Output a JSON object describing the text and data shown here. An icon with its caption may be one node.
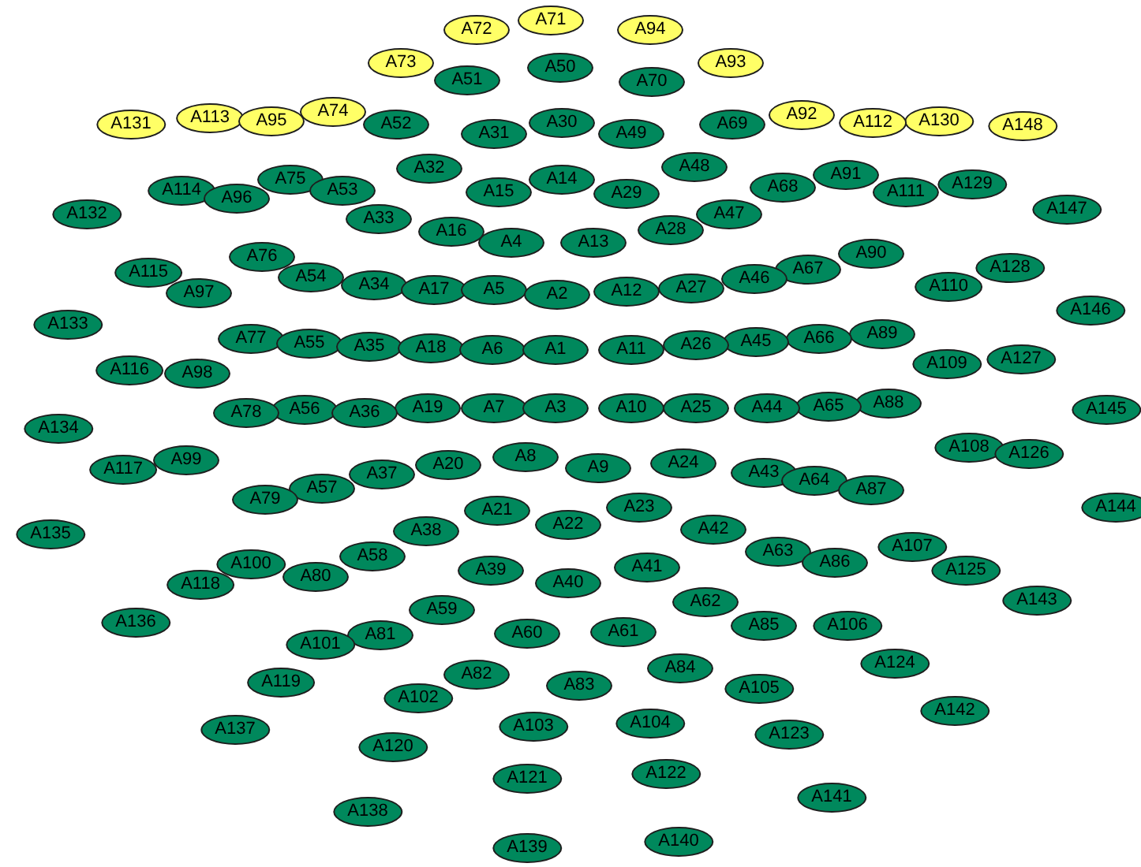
{
  "diagram": {
    "nodes": [
      {
        "text": [
          "A71"
        ]
      },
      {
        "text": [
          "A72"
        ]
      },
      {
        "text": [
          "A94"
        ]
      },
      {
        "text": [
          "A73"
        ]
      },
      {
        "text": [
          "A93"
        ]
      },
      {
        "text": [
          "A50"
        ]
      },
      {
        "text": [
          "A51"
        ]
      },
      {
        "text": [
          "A70"
        ]
      },
      {
        "text": [
          "A74"
        ]
      },
      {
        "text": [
          "A92"
        ]
      },
      {
        "text": [
          "A113"
        ]
      },
      {
        "text": [
          "A95"
        ]
      },
      {
        "text": [
          "A130"
        ]
      },
      {
        "text": [
          "A30"
        ]
      },
      {
        "text": [
          "A112"
        ]
      },
      {
        "text": [
          "A131"
        ]
      },
      {
        "text": [
          "A52"
        ]
      },
      {
        "text": [
          "A69"
        ]
      },
      {
        "text": [
          "A148"
        ]
      },
      {
        "text": [
          "A31"
        ]
      },
      {
        "text": [
          "A49"
        ]
      },
      {
        "text": [
          "A48"
        ]
      },
      {
        "text": [
          "A32"
        ]
      },
      {
        "text": [
          "A91"
        ]
      },
      {
        "text": [
          "A75"
        ]
      },
      {
        "text": [
          "A14"
        ]
      },
      {
        "text": [
          "A129"
        ]
      },
      {
        "text": [
          "A68"
        ]
      },
      {
        "text": [
          "A114"
        ]
      },
      {
        "text": [
          "A53"
        ]
      },
      {
        "text": [
          "A15"
        ]
      },
      {
        "text": [
          "A111"
        ]
      },
      {
        "text": [
          "A29"
        ]
      },
      {
        "text": [
          "A96"
        ]
      },
      {
        "text": [
          "A147"
        ]
      },
      {
        "text": [
          "A132"
        ]
      },
      {
        "text": [
          "A47"
        ]
      },
      {
        "text": [
          "A33"
        ]
      },
      {
        "text": [
          "A28"
        ]
      },
      {
        "text": [
          "A16"
        ]
      },
      {
        "text": [
          "A4"
        ]
      },
      {
        "text": [
          "A13"
        ]
      },
      {
        "text": [
          "A90"
        ]
      },
      {
        "text": [
          "A76"
        ]
      },
      {
        "text": [
          "A128"
        ]
      },
      {
        "text": [
          "A67"
        ]
      },
      {
        "text": [
          "A115"
        ]
      },
      {
        "text": [
          "A54"
        ]
      },
      {
        "text": [
          "A46"
        ]
      },
      {
        "text": [
          "A34"
        ]
      },
      {
        "text": [
          "A110"
        ]
      },
      {
        "text": [
          "A27"
        ]
      },
      {
        "text": [
          "A17"
        ]
      },
      {
        "text": [
          "A5"
        ]
      },
      {
        "text": [
          "A12"
        ]
      },
      {
        "text": [
          "A97"
        ]
      },
      {
        "text": [
          "A2"
        ]
      },
      {
        "text": [
          "A146"
        ]
      },
      {
        "text": [
          "A133"
        ]
      },
      {
        "text": [
          "A89"
        ]
      },
      {
        "text": [
          "A77"
        ]
      },
      {
        "text": [
          "A66"
        ]
      },
      {
        "text": [
          "A45"
        ]
      },
      {
        "text": [
          "A55"
        ]
      },
      {
        "text": [
          "A26"
        ]
      },
      {
        "text": [
          "A35"
        ]
      },
      {
        "text": [
          "A18"
        ]
      },
      {
        "text": [
          "A6"
        ]
      },
      {
        "text": [
          "A1"
        ]
      },
      {
        "text": [
          "A11"
        ]
      },
      {
        "text": [
          "A127"
        ]
      },
      {
        "text": [
          "A109"
        ]
      },
      {
        "text": [
          "A116"
        ]
      },
      {
        "text": [
          "A98"
        ]
      },
      {
        "text": [
          "A88"
        ]
      },
      {
        "text": [
          "A65"
        ]
      },
      {
        "text": [
          "A19"
        ]
      },
      {
        "text": [
          "A7"
        ]
      },
      {
        "text": [
          "A3"
        ]
      },
      {
        "text": [
          "A10"
        ]
      },
      {
        "text": [
          "A25"
        ]
      },
      {
        "text": [
          "A44"
        ]
      },
      {
        "text": [
          "A56"
        ]
      },
      {
        "text": [
          "A145"
        ]
      },
      {
        "text": [
          "A78"
        ]
      },
      {
        "text": [
          "A36"
        ]
      },
      {
        "text": [
          "A134"
        ]
      },
      {
        "text": [
          "A108"
        ]
      },
      {
        "text": [
          "A126"
        ]
      },
      {
        "text": [
          "A8"
        ]
      },
      {
        "text": [
          "A99"
        ]
      },
      {
        "text": [
          "A24"
        ]
      },
      {
        "text": [
          "A20"
        ]
      },
      {
        "text": [
          "A9"
        ]
      },
      {
        "text": [
          "A117"
        ]
      },
      {
        "text": [
          "A43"
        ]
      },
      {
        "text": [
          "A37"
        ]
      },
      {
        "text": [
          "A64"
        ]
      },
      {
        "text": [
          "A57"
        ]
      },
      {
        "text": [
          "A87"
        ]
      },
      {
        "text": [
          "A79"
        ]
      },
      {
        "text": [
          "A23"
        ]
      },
      {
        "text": [
          "A144"
        ]
      },
      {
        "text": [
          "A21"
        ]
      },
      {
        "text": [
          "A22"
        ]
      },
      {
        "text": [
          "A42"
        ]
      },
      {
        "text": [
          "A38"
        ]
      },
      {
        "text": [
          "A135"
        ]
      },
      {
        "text": [
          "A107"
        ]
      },
      {
        "text": [
          "A63"
        ]
      },
      {
        "text": [
          "A58"
        ]
      },
      {
        "text": [
          "A86"
        ]
      },
      {
        "text": [
          "A100"
        ]
      },
      {
        "text": [
          "A41"
        ]
      },
      {
        "text": [
          "A39"
        ]
      },
      {
        "text": [
          "A125"
        ]
      },
      {
        "text": [
          "A80"
        ]
      },
      {
        "text": [
          "A40"
        ]
      },
      {
        "text": [
          "A118"
        ]
      },
      {
        "text": [
          "A143"
        ]
      },
      {
        "text": [
          "A62"
        ]
      },
      {
        "text": [
          "A59"
        ]
      },
      {
        "text": [
          "A136"
        ]
      },
      {
        "text": [
          "A85"
        ]
      },
      {
        "text": [
          "A106"
        ]
      },
      {
        "text": [
          "A61"
        ]
      },
      {
        "text": [
          "A60"
        ]
      },
      {
        "text": [
          "A81"
        ]
      },
      {
        "text": [
          "A101"
        ]
      },
      {
        "text": [
          "A124"
        ]
      },
      {
        "text": [
          "A84"
        ]
      },
      {
        "text": [
          "A82"
        ]
      },
      {
        "text": [
          "A119"
        ]
      },
      {
        "text": [
          "A83"
        ]
      },
      {
        "text": [
          "A105"
        ]
      },
      {
        "text": [
          "A102"
        ]
      },
      {
        "text": [
          "A142"
        ]
      },
      {
        "text": [
          "A104"
        ]
      },
      {
        "text": [
          "A103"
        ]
      },
      {
        "text": [
          "A137"
        ]
      },
      {
        "text": [
          "A123"
        ]
      },
      {
        "text": [
          "A120"
        ]
      },
      {
        "text": [
          "A122"
        ]
      },
      {
        "text": [
          "A121"
        ]
      },
      {
        "text": [
          "A141"
        ]
      },
      {
        "text": [
          "A138"
        ]
      },
      {
        "text": [
          "A140"
        ]
      },
      {
        "text": [
          "A139"
        ]
      }
    ]
  }
}
